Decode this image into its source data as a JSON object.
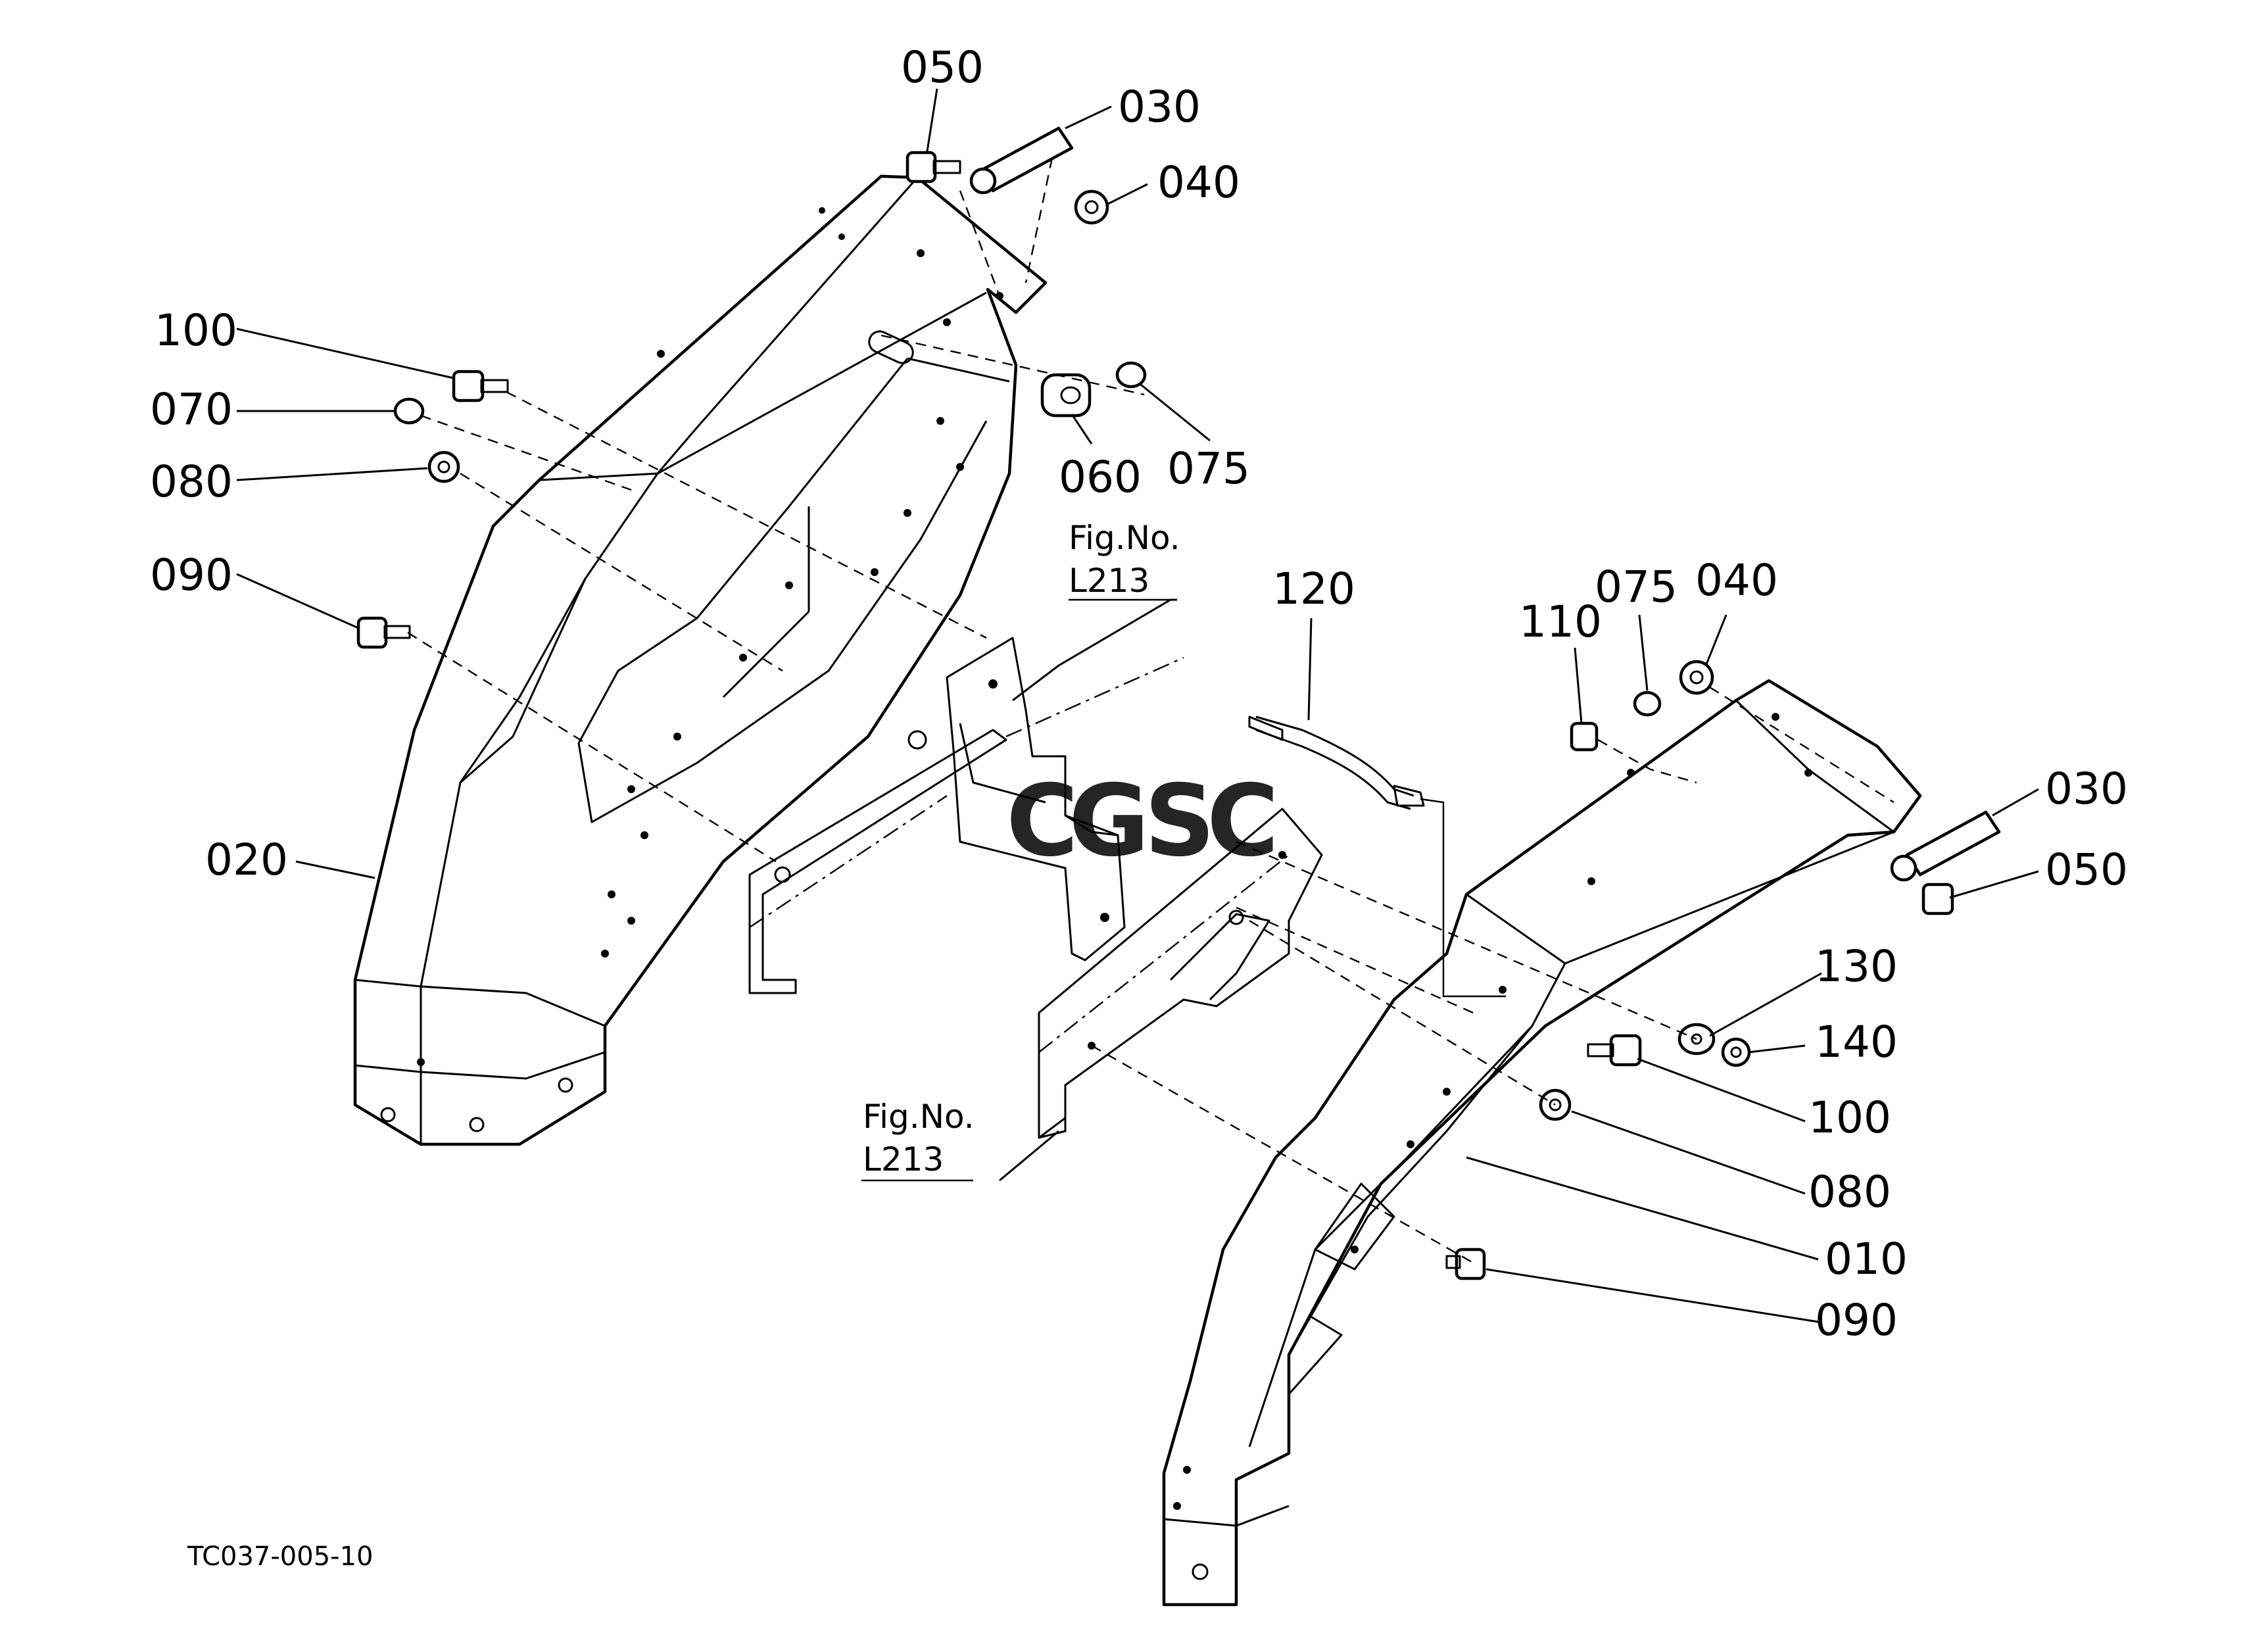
{
  "labels": {
    "l050a": "050",
    "l030a": "030",
    "l040a": "040",
    "l100a": "100",
    "l070": "070",
    "l080a": "080",
    "l090a": "090",
    "l060": "060",
    "l075a": "075",
    "l020": "020",
    "l120": "120",
    "l110": "110",
    "l075b": "075",
    "l040b": "040",
    "l030b": "030",
    "l050b": "050",
    "l130": "130",
    "l140": "140",
    "l100b": "100",
    "l080b": "080",
    "l010": "010",
    "l090b": "090"
  },
  "figref_top": {
    "line1": "Fig.No.",
    "line2": "L213"
  },
  "figref_bottom": {
    "line1": "Fig.No.",
    "line2": "L213"
  },
  "watermark": {
    "letters": [
      "C",
      "G",
      "S",
      "C"
    ],
    "colors": [
      "#4a86e8",
      "#e05a4e",
      "#f4c430",
      "#3fb06a"
    ]
  },
  "diagram_code": "TC037-005-10"
}
